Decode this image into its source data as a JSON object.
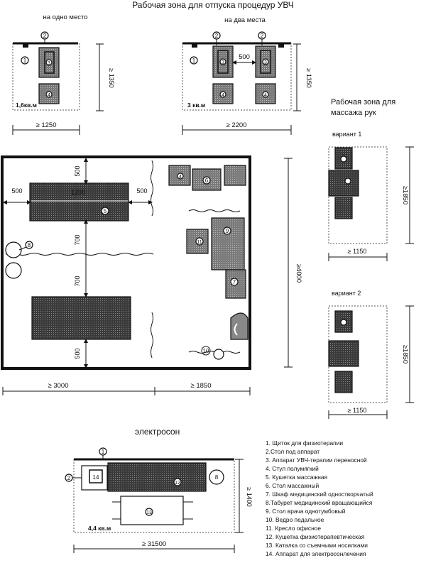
{
  "titles": {
    "uhf_zone": "Рабочая зона для отпуска процедур УВЧ",
    "one_place": "на одно место",
    "two_places": "на два места",
    "massage_zone_line1": "Рабочая зона для",
    "massage_zone_line2": "массажа рук",
    "variant1": "вариант 1",
    "variant2": "вариант 2",
    "electrosleep": "электросон"
  },
  "dimensions": {
    "d500_gap": "500",
    "d1350_a": "≥ 1350",
    "d1350_b": "≥ 1350",
    "d1250": "≥ 1250",
    "d2200": "≥ 2200",
    "area_1_6": "1,6кв.м",
    "area_3": "3 кв.м",
    "d500_top": "500",
    "d500_left": "500",
    "d500_right": "500",
    "d1200": "1200",
    "d700_a": "700",
    "d700_b": "700",
    "d500_bottom": "500",
    "d4000": "≥4000",
    "d3000": "≥ 3000",
    "d1850_bottom": "≥ 1850",
    "d1850_v1": "≥1850",
    "d1150_v1": "≥ 1150",
    "d1850_v2": "≥1850",
    "d1150_v2": "≥ 1150",
    "d1400": "≥ 1400",
    "d3150": "≥ 31500",
    "area_4_4": "4,4 кв.м"
  },
  "markers": {
    "m1": "1",
    "m2": "2",
    "m3": "3",
    "m4": "4",
    "m5": "5",
    "m6": "6",
    "m7": "7",
    "m8": "8",
    "m9": "9",
    "m10": "10",
    "m11": "11",
    "m12": "12",
    "m13": "13",
    "m14": "14"
  },
  "legend": [
    "1. Щиток для физиотерапии",
    "2.Стол под аппарат",
    "3. Аппарат УВЧ-терапии  переносной",
    "4. Стул полумягкий",
    "5. Кушетка массажная",
    "6. Стол массажный",
    "7. Шкаф медицинский одностворчатый",
    "8.Табурет медицинский вращающийся",
    "9. Стол врача однотумбовый",
    "10. Ведро педальное",
    "11. Кресло офисное",
    "12. Кушетка физиотерапевтическая",
    "13. Каталка со съемными носилками",
    "14. Аппарат для электросонлечения"
  ]
}
